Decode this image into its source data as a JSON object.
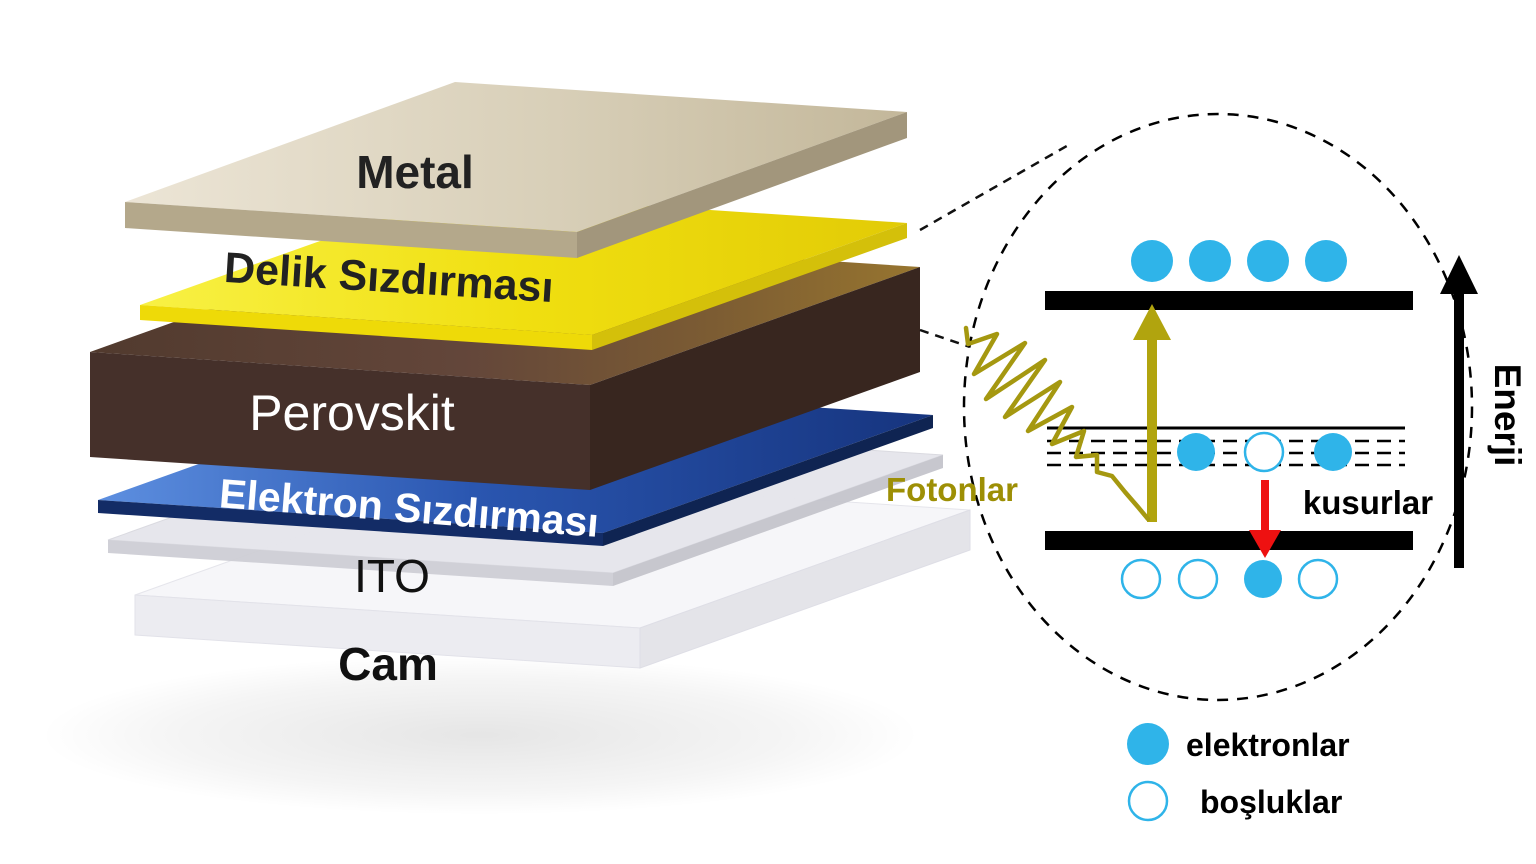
{
  "stack": {
    "layers": [
      {
        "id": "metal",
        "label": "Metal",
        "color": "#d9d0ba"
      },
      {
        "id": "hole-transport",
        "label": "Delik Sızdırması",
        "color": "#f0df10"
      },
      {
        "id": "perovskite",
        "label": "Perovskit",
        "color": "#5e4433"
      },
      {
        "id": "electron-transport",
        "label": "Elektron Sızdırması",
        "color": "#2a56b0"
      },
      {
        "id": "ito",
        "label": "ITO",
        "color": "#e6e6ec"
      },
      {
        "id": "glass",
        "label": "Cam",
        "color": "#f6f6f9"
      }
    ]
  },
  "band_diagram": {
    "photons_label": "Fotonlar",
    "defects_label": "kusurlar",
    "energy_axis_label": "Enerji",
    "dots": {
      "conduction_band": [
        "electron",
        "electron",
        "electron",
        "electron"
      ],
      "trap_states": [
        "electron",
        "hole",
        "electron"
      ],
      "valence_band": [
        "hole",
        "hole",
        "electron",
        "hole"
      ]
    },
    "colors": {
      "electron": "#2fb4e9",
      "photon": "#a59810",
      "recombination": "#ee1111",
      "band": "#000000"
    }
  },
  "legend": {
    "electrons_label": "elektronlar",
    "holes_label": "boşluklar"
  }
}
